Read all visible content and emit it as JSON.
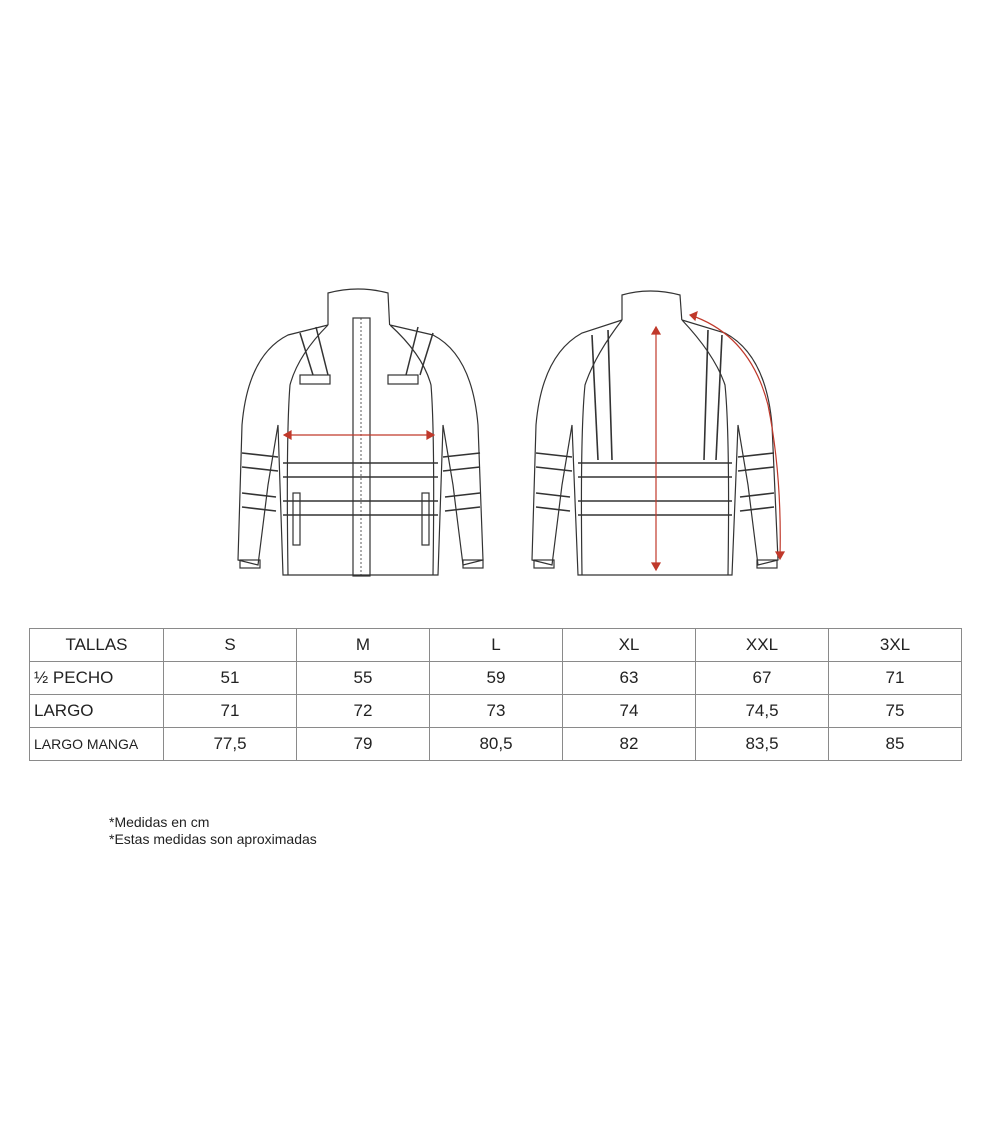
{
  "illustrations": {
    "front": {
      "label": "jacket-front",
      "measure": "½ PECHO"
    },
    "back": {
      "label": "jacket-back",
      "measures": [
        "LARGO",
        "LARGO MANGA"
      ]
    },
    "line_color": "#333333",
    "measure_color": "#c0392b"
  },
  "size_table": {
    "header": {
      "label": "TALLAS",
      "sizes": [
        "S",
        "M",
        "L",
        "XL",
        "XXL",
        "3XL"
      ]
    },
    "rows": [
      {
        "label": "½ PECHO",
        "values": [
          "51",
          "55",
          "59",
          "63",
          "67",
          "71"
        ]
      },
      {
        "label": "LARGO",
        "values": [
          "71",
          "72",
          "73",
          "74",
          "74,5",
          "75"
        ]
      },
      {
        "label": "LARGO MANGA",
        "values": [
          "77,5",
          "79",
          "80,5",
          "82",
          "83,5",
          "85"
        ]
      }
    ]
  },
  "notes": [
    "*Medidas en cm",
    "*Estas medidas son aproximadas"
  ]
}
